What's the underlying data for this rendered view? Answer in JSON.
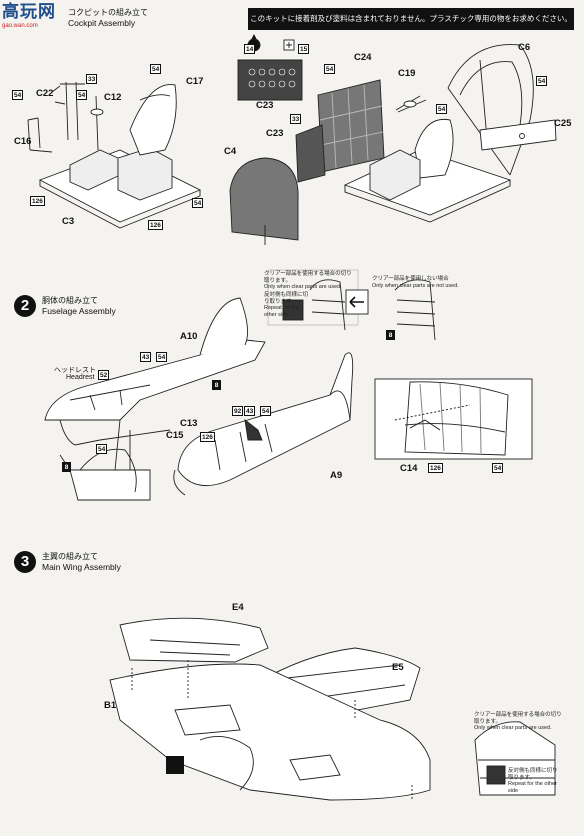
{
  "header": {
    "notice": "このキットに接着剤及び塗料は含まれておりません。プラスチック専用の物をお求めください。",
    "site_logo": {
      "glyphs": "高玩网",
      "url": "gao.wan.com"
    }
  },
  "steps": [
    {
      "number": "",
      "title_jp": "コクピットの組み立て",
      "title_en": "Cockpit Assembly"
    },
    {
      "number": "2",
      "title_jp": "胴体の組み立て",
      "title_en": "Fuselage Assembly"
    },
    {
      "number": "3",
      "title_jp": "主翼の組み立て",
      "title_en": "Main Wing Assembly"
    }
  ],
  "cockpit": {
    "labels": [
      "C22",
      "C12",
      "C17",
      "C16",
      "C3",
      "C23",
      "C24",
      "C19",
      "C6",
      "C25",
      "C4",
      "C23"
    ],
    "paint_codes": [
      "33",
      "54",
      "54",
      "54",
      "126",
      "126",
      "54",
      "33",
      "54",
      "54",
      "54",
      "14",
      "15"
    ]
  },
  "fuselage": {
    "labels": [
      "A10",
      "C13",
      "C15",
      "A9",
      "C14"
    ],
    "headrest_jp": "ヘッドレスト",
    "headrest_en": "Headrest",
    "paint_codes": [
      "52",
      "43",
      "54",
      "8",
      "126",
      "92",
      "43",
      "54",
      "54",
      "8",
      "8",
      "126",
      "54"
    ],
    "clear_use": {
      "jp": "クリアー部品を使用する場合の切り取ります。",
      "en": "Only when clear parts are used.",
      "cut_jp": "反対側も同様に切り取ります。",
      "cut_en": "Repeat for the other side"
    },
    "clear_not_use": {
      "jp": "クリアー部品を使用しない場合",
      "en": "Only when clear parts are not used."
    }
  },
  "wing": {
    "labels": [
      "E4",
      "E5",
      "B1"
    ],
    "clear_use": {
      "jp": "クリアー部品を使用する場合の切り取ります。",
      "en": "Only when clear parts are used.",
      "cut_jp": "反対側も同様に切り取ります。",
      "cut_en": "Repeat for the other side"
    }
  }
}
